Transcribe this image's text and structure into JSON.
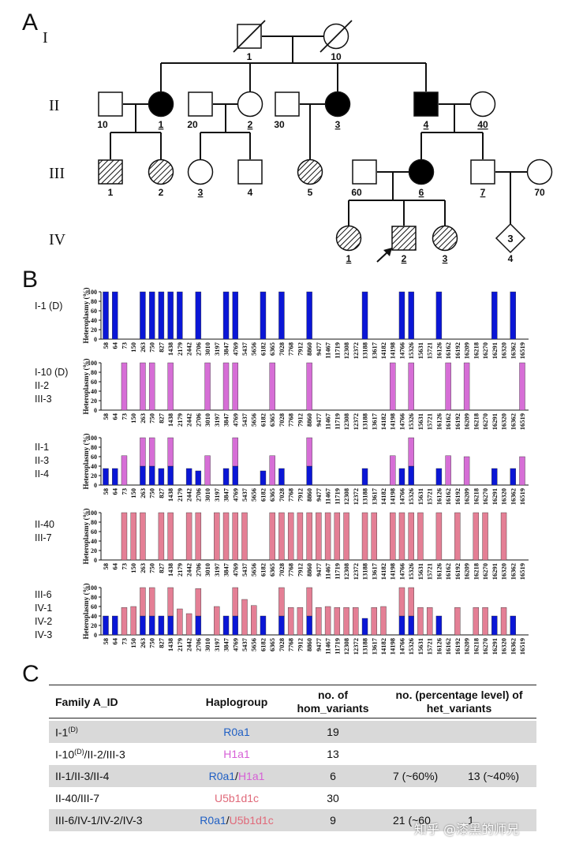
{
  "panels": {
    "a": "A",
    "b": "B",
    "c": "C"
  },
  "pedigree": {
    "generations": [
      "I",
      "II",
      "III",
      "IV"
    ],
    "individuals": [
      {
        "id": "1",
        "shape": "square",
        "fill": "none",
        "deceased": true,
        "underline": false
      },
      {
        "id": "10",
        "shape": "circle",
        "fill": "none",
        "deceased": true,
        "underline": false
      },
      {
        "id": "10",
        "shape": "square",
        "fill": "none",
        "deceased": false,
        "underline": false
      },
      {
        "id": "1",
        "shape": "circle",
        "fill": "solid",
        "deceased": false,
        "underline": true
      },
      {
        "id": "20",
        "shape": "square",
        "fill": "none",
        "deceased": false,
        "underline": false
      },
      {
        "id": "2",
        "shape": "circle",
        "fill": "none",
        "deceased": false,
        "underline": true
      },
      {
        "id": "30",
        "shape": "square",
        "fill": "none",
        "deceased": false,
        "underline": false
      },
      {
        "id": "3",
        "shape": "circle",
        "fill": "solid",
        "deceased": false,
        "underline": true
      },
      {
        "id": "4",
        "shape": "square",
        "fill": "solid",
        "deceased": false,
        "underline": true
      },
      {
        "id": "40",
        "shape": "circle",
        "fill": "none",
        "deceased": false,
        "underline": true
      },
      {
        "id": "1",
        "shape": "square",
        "fill": "hatched",
        "deceased": false,
        "underline": false
      },
      {
        "id": "2",
        "shape": "circle",
        "fill": "hatched",
        "deceased": false,
        "underline": false
      },
      {
        "id": "3",
        "shape": "circle",
        "fill": "none",
        "deceased": false,
        "underline": true
      },
      {
        "id": "4",
        "shape": "square",
        "fill": "none",
        "deceased": false,
        "underline": false
      },
      {
        "id": "5",
        "shape": "circle",
        "fill": "hatched",
        "deceased": false,
        "underline": false
      },
      {
        "id": "60",
        "shape": "square",
        "fill": "none",
        "deceased": false,
        "underline": false
      },
      {
        "id": "6",
        "shape": "circle",
        "fill": "solid",
        "deceased": false,
        "underline": true
      },
      {
        "id": "7",
        "shape": "square",
        "fill": "none",
        "deceased": false,
        "underline": true
      },
      {
        "id": "70",
        "shape": "circle",
        "fill": "none",
        "deceased": false,
        "underline": false
      },
      {
        "id": "1",
        "shape": "circle",
        "fill": "hatched",
        "deceased": false,
        "underline": true
      },
      {
        "id": "2",
        "shape": "square",
        "fill": "hatched",
        "deceased": false,
        "underline": true,
        "proband": true
      },
      {
        "id": "3",
        "shape": "circle",
        "fill": "hatched",
        "deceased": false,
        "underline": true
      },
      {
        "id": "4",
        "shape": "diamond",
        "fill": "none",
        "deceased": false,
        "underline": false,
        "inner": "3"
      }
    ]
  },
  "chart_data": {
    "type": "bar",
    "ylabel": "Heteroplasmy (%)",
    "ylim": [
      0,
      100
    ],
    "yticks": [
      0,
      20,
      40,
      60,
      80,
      100
    ],
    "categories": [
      "58",
      "64",
      "73",
      "150",
      "263",
      "750",
      "827",
      "1438",
      "2179",
      "2442",
      "2706",
      "3010",
      "3197",
      "3847",
      "4769",
      "5437",
      "5656",
      "6182",
      "6365",
      "7028",
      "7768",
      "7912",
      "8860",
      "9477",
      "11467",
      "11719",
      "12308",
      "12372",
      "13188",
      "13617",
      "14182",
      "14198",
      "14766",
      "15326",
      "15631",
      "15721",
      "16126",
      "16162",
      "16192",
      "16209",
      "16218",
      "16270",
      "16291",
      "16320",
      "16362",
      "16519"
    ],
    "colors": {
      "R0a1": "#0a16d6",
      "H1a1": "#d66ed6",
      "U5b1d1c": "#e47f95"
    },
    "subplots": [
      {
        "labels": [
          "I-1 (D)"
        ],
        "series": [
          {
            "name": "R0a1",
            "values": [
              100,
              100,
              0,
              0,
              100,
              100,
              100,
              100,
              100,
              0,
              100,
              0,
              0,
              100,
              100,
              0,
              0,
              100,
              0,
              100,
              0,
              0,
              100,
              0,
              0,
              0,
              0,
              0,
              100,
              0,
              0,
              0,
              100,
              100,
              0,
              0,
              100,
              0,
              0,
              0,
              0,
              0,
              100,
              0,
              100,
              0
            ]
          },
          {
            "name": "H1a1",
            "values": [
              0,
              0,
              0,
              0,
              0,
              0,
              0,
              0,
              0,
              0,
              0,
              0,
              0,
              0,
              0,
              0,
              0,
              0,
              0,
              0,
              0,
              0,
              0,
              0,
              0,
              0,
              0,
              0,
              0,
              0,
              0,
              0,
              0,
              0,
              0,
              0,
              0,
              0,
              0,
              0,
              0,
              0,
              0,
              0,
              0,
              0
            ]
          }
        ]
      },
      {
        "labels": [
          "I-10 (D)",
          "II-2",
          "III-3"
        ],
        "series": [
          {
            "name": "R0a1",
            "values": [
              0,
              0,
              0,
              0,
              0,
              0,
              0,
              0,
              0,
              0,
              0,
              0,
              0,
              0,
              0,
              0,
              0,
              0,
              0,
              0,
              0,
              0,
              0,
              0,
              0,
              0,
              0,
              0,
              0,
              0,
              0,
              0,
              0,
              0,
              0,
              0,
              0,
              0,
              0,
              0,
              0,
              0,
              0,
              0,
              0,
              0
            ]
          },
          {
            "name": "H1a1",
            "values": [
              0,
              0,
              100,
              0,
              100,
              100,
              0,
              100,
              0,
              0,
              0,
              100,
              0,
              100,
              100,
              0,
              0,
              0,
              100,
              0,
              0,
              0,
              100,
              0,
              0,
              0,
              0,
              0,
              0,
              0,
              0,
              100,
              0,
              100,
              0,
              0,
              0,
              100,
              0,
              100,
              0,
              0,
              0,
              0,
              0,
              100
            ]
          }
        ]
      },
      {
        "labels": [
          "II-1",
          "II-3",
          "II-4"
        ],
        "series": [
          {
            "name": "R0a1",
            "values": [
              35,
              35,
              0,
              0,
              40,
              40,
              35,
              40,
              0,
              35,
              30,
              0,
              0,
              35,
              40,
              0,
              0,
              30,
              0,
              35,
              0,
              0,
              40,
              0,
              0,
              0,
              0,
              0,
              35,
              0,
              0,
              0,
              35,
              40,
              0,
              0,
              35,
              0,
              0,
              0,
              0,
              0,
              35,
              0,
              35,
              0
            ]
          },
          {
            "name": "H1a1",
            "values": [
              0,
              0,
              62,
              0,
              60,
              60,
              0,
              60,
              0,
              0,
              0,
              62,
              0,
              0,
              60,
              0,
              0,
              0,
              62,
              0,
              0,
              0,
              60,
              0,
              0,
              0,
              0,
              0,
              0,
              0,
              0,
              62,
              0,
              60,
              0,
              0,
              0,
              62,
              0,
              60,
              0,
              0,
              0,
              0,
              0,
              60
            ]
          }
        ]
      },
      {
        "labels": [
          "II-40",
          "III-7"
        ],
        "series": [
          {
            "name": "U5b1d1c",
            "values": [
              0,
              0,
              100,
              100,
              100,
              0,
              100,
              100,
              0,
              100,
              100,
              0,
              100,
              100,
              100,
              100,
              0,
              0,
              100,
              100,
              100,
              100,
              100,
              100,
              100,
              100,
              100,
              0,
              100,
              100,
              0,
              100,
              100,
              100,
              100,
              0,
              100,
              0,
              100,
              0,
              100,
              100,
              0,
              100,
              0,
              0
            ]
          }
        ]
      },
      {
        "labels": [
          "III-6",
          "IV-1",
          "IV-2",
          "IV-3"
        ],
        "series": [
          {
            "name": "R0a1",
            "values": [
              40,
              40,
              0,
              0,
              40,
              40,
              40,
              40,
              0,
              0,
              40,
              0,
              0,
              40,
              40,
              0,
              0,
              40,
              0,
              40,
              0,
              0,
              40,
              0,
              0,
              0,
              0,
              0,
              35,
              0,
              0,
              0,
              40,
              40,
              0,
              0,
              40,
              0,
              0,
              0,
              0,
              0,
              40,
              0,
              40,
              0
            ]
          },
          {
            "name": "U5b1d1c",
            "values": [
              0,
              0,
              58,
              60,
              60,
              60,
              0,
              60,
              55,
              45,
              58,
              0,
              60,
              0,
              60,
              75,
              62,
              0,
              0,
              60,
              58,
              58,
              60,
              58,
              60,
              58,
              58,
              58,
              0,
              58,
              60,
              0,
              60,
              60,
              58,
              58,
              0,
              0,
              58,
              0,
              58,
              58,
              0,
              58,
              0,
              0
            ]
          }
        ]
      }
    ]
  },
  "table": {
    "headers": [
      "Family A_ID",
      "Haplogroup",
      "no. of hom_variants",
      "no. (percentage level) of het_variants"
    ],
    "rows": [
      {
        "id": "I-1",
        "sup": "(D)",
        "id_rest": "",
        "hap": [
          {
            "text": "R0a1",
            "color": "#1f5fc4"
          }
        ],
        "hom": "19",
        "het1": "",
        "het2": ""
      },
      {
        "id": "I-10",
        "sup": "(D)",
        "id_rest": "/II-2/III-3",
        "hap": [
          {
            "text": "H1a1",
            "color": "#d65fd6"
          }
        ],
        "hom": "13",
        "het1": "",
        "het2": ""
      },
      {
        "id": "II-1/II-3/II-4",
        "sup": "",
        "id_rest": "",
        "hap": [
          {
            "text": "R0a1",
            "color": "#1f5fc4"
          },
          {
            "text": "/",
            "color": "#111111"
          },
          {
            "text": "H1a1",
            "color": "#d65fd6"
          }
        ],
        "hom": "6",
        "het1": "7 (~60%)",
        "het2": "13 (~40%)"
      },
      {
        "id": "II-40/III-7",
        "sup": "",
        "id_rest": "",
        "hap": [
          {
            "text": "U5b1d1c",
            "color": "#e06a7a"
          }
        ],
        "hom": "30",
        "het1": "",
        "het2": ""
      },
      {
        "id": "III-6/IV-1/IV-2/IV-3",
        "sup": "",
        "id_rest": "",
        "hap": [
          {
            "text": "R0a1",
            "color": "#1f5fc4"
          },
          {
            "text": "/",
            "color": "#111111"
          },
          {
            "text": "U5b1d1c",
            "color": "#e06a7a"
          }
        ],
        "hom": "9",
        "het1": "21 (~60",
        "het2": "1"
      }
    ]
  },
  "watermark": "知乎 @漆黑的师兄"
}
